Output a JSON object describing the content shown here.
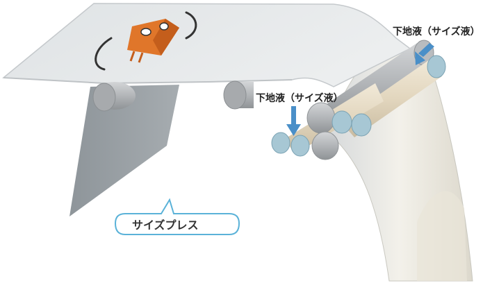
{
  "labels": {
    "top_right": "下地液（サイズ液）",
    "middle": "下地液（サイズ液）",
    "callout": "サイズプレス"
  },
  "colors": {
    "sheet_top": "#e4e7e8",
    "sheet_edge": "#c8ccce",
    "sheet_drop": "#9ea4a8",
    "roller_gray": "#b4b7ba",
    "roller_beige": "#e7dcc7",
    "roller_blue": "#a7c7d4",
    "arrow_blue": "#4a8fc8",
    "callout_border": "#5ab2d8",
    "mascot_orange": "#e0762a"
  },
  "icons": {
    "mascot": "paper-mascot-icon",
    "arrow": "down-arrow-icon"
  }
}
